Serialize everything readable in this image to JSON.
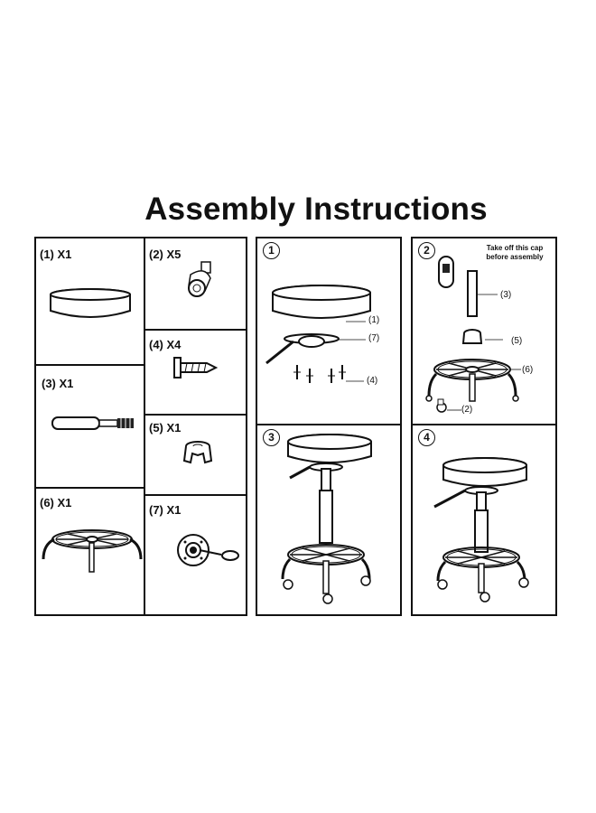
{
  "title": "Assembly Instructions",
  "parts": [
    {
      "label": "(1) X1"
    },
    {
      "label": "(2) X5"
    },
    {
      "label": "(4) X4"
    },
    {
      "label": "(3) X1"
    },
    {
      "label": "(5) X1"
    },
    {
      "label": "(6) X1"
    },
    {
      "label": "(7) X1"
    }
  ],
  "steps": [
    {
      "number": "1",
      "callouts": [
        "(1)",
        "(7)",
        "(4)"
      ]
    },
    {
      "number": "2",
      "note_line1": "Take off this cap",
      "note_line2": "before assembly",
      "callouts": [
        "(3)",
        "(5)",
        "(6)",
        "(2)"
      ]
    },
    {
      "number": "3"
    },
    {
      "number": "4"
    }
  ]
}
